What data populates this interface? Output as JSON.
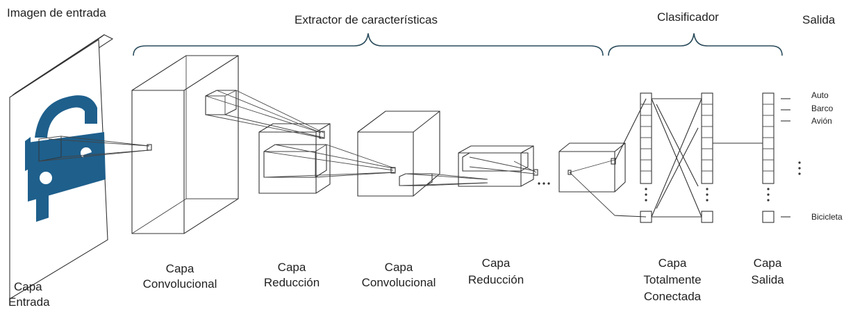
{
  "header": {
    "input_image": "Imagen de entrada",
    "feature_extractor": "Extractor de características",
    "classifier": "Clasificador",
    "output": "Salida"
  },
  "layers": {
    "input_line1": "Capa",
    "input_line2": "Entrada",
    "conv1_line1": "Capa",
    "conv1_line2": "Convolucional",
    "pool1_line1": "Capa",
    "pool1_line2": "Reducción",
    "conv2_line1": "Capa",
    "conv2_line2": "Convolucional",
    "pool2_line1": "Capa",
    "pool2_line2": "Reducción",
    "fc_line1": "Capa",
    "fc_line2": "Totalmente",
    "fc_line3": "Conectada",
    "out_line1": "Capa",
    "out_line2": "Salida"
  },
  "classes": {
    "c1": "Auto",
    "c2": "Barco",
    "c3": "Avión",
    "c4": "Bicicleta"
  },
  "colors": {
    "car": "#1e5f8c",
    "brace": "#2b4c5c"
  }
}
